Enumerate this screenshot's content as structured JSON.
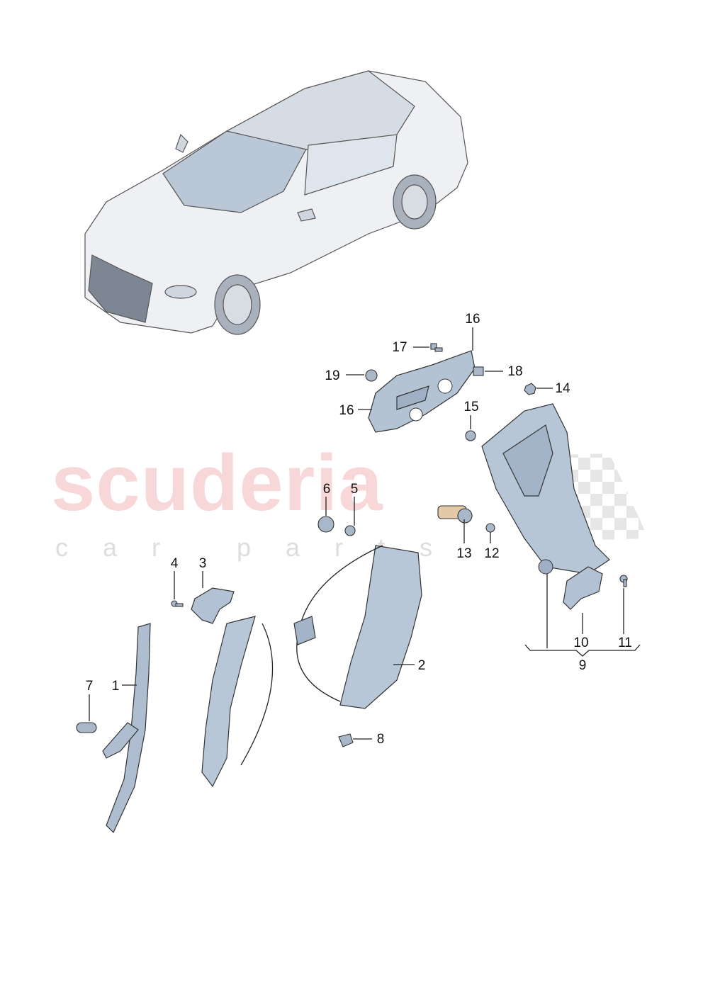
{
  "watermark": {
    "brand": "scuderia",
    "tagline": "car parts"
  },
  "callouts": [
    {
      "id": "1",
      "label": "1"
    },
    {
      "id": "2",
      "label": "2"
    },
    {
      "id": "3",
      "label": "3"
    },
    {
      "id": "4",
      "label": "4"
    },
    {
      "id": "5",
      "label": "5"
    },
    {
      "id": "6",
      "label": "6"
    },
    {
      "id": "7",
      "label": "7"
    },
    {
      "id": "8",
      "label": "8"
    },
    {
      "id": "9",
      "label": "9"
    },
    {
      "id": "10",
      "label": "10"
    },
    {
      "id": "11",
      "label": "11"
    },
    {
      "id": "12",
      "label": "12"
    },
    {
      "id": "13",
      "label": "13"
    },
    {
      "id": "14",
      "label": "14"
    },
    {
      "id": "15",
      "label": "15"
    },
    {
      "id": "16a",
      "label": "16"
    },
    {
      "id": "16b",
      "label": "16"
    },
    {
      "id": "17",
      "label": "17"
    },
    {
      "id": "18",
      "label": "18"
    },
    {
      "id": "19",
      "label": "19"
    }
  ],
  "colors": {
    "part_fill": "#c9d5e3",
    "part_dark": "#9fb0c4",
    "car_fill": "#eef0f3",
    "glass": "#b9c7d6",
    "watermark": "#f2b8b8"
  }
}
